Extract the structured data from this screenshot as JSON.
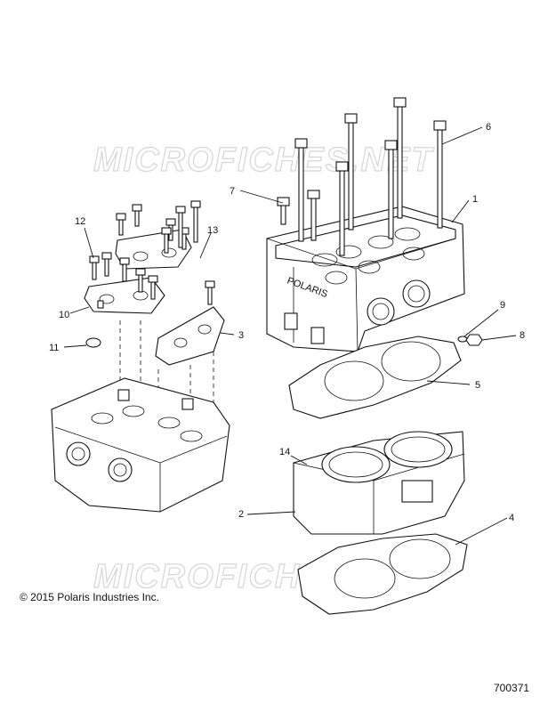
{
  "watermark_text": "MICROFICHES.NET",
  "callouts": [
    "1",
    "2",
    "3",
    "4",
    "5",
    "6",
    "7",
    "8",
    "9",
    "10",
    "11",
    "12",
    "13",
    "14"
  ],
  "copyright": "© 2015 Polaris Industries Inc.",
  "drawing_number": "700371",
  "brand_mark": "POLARIS"
}
